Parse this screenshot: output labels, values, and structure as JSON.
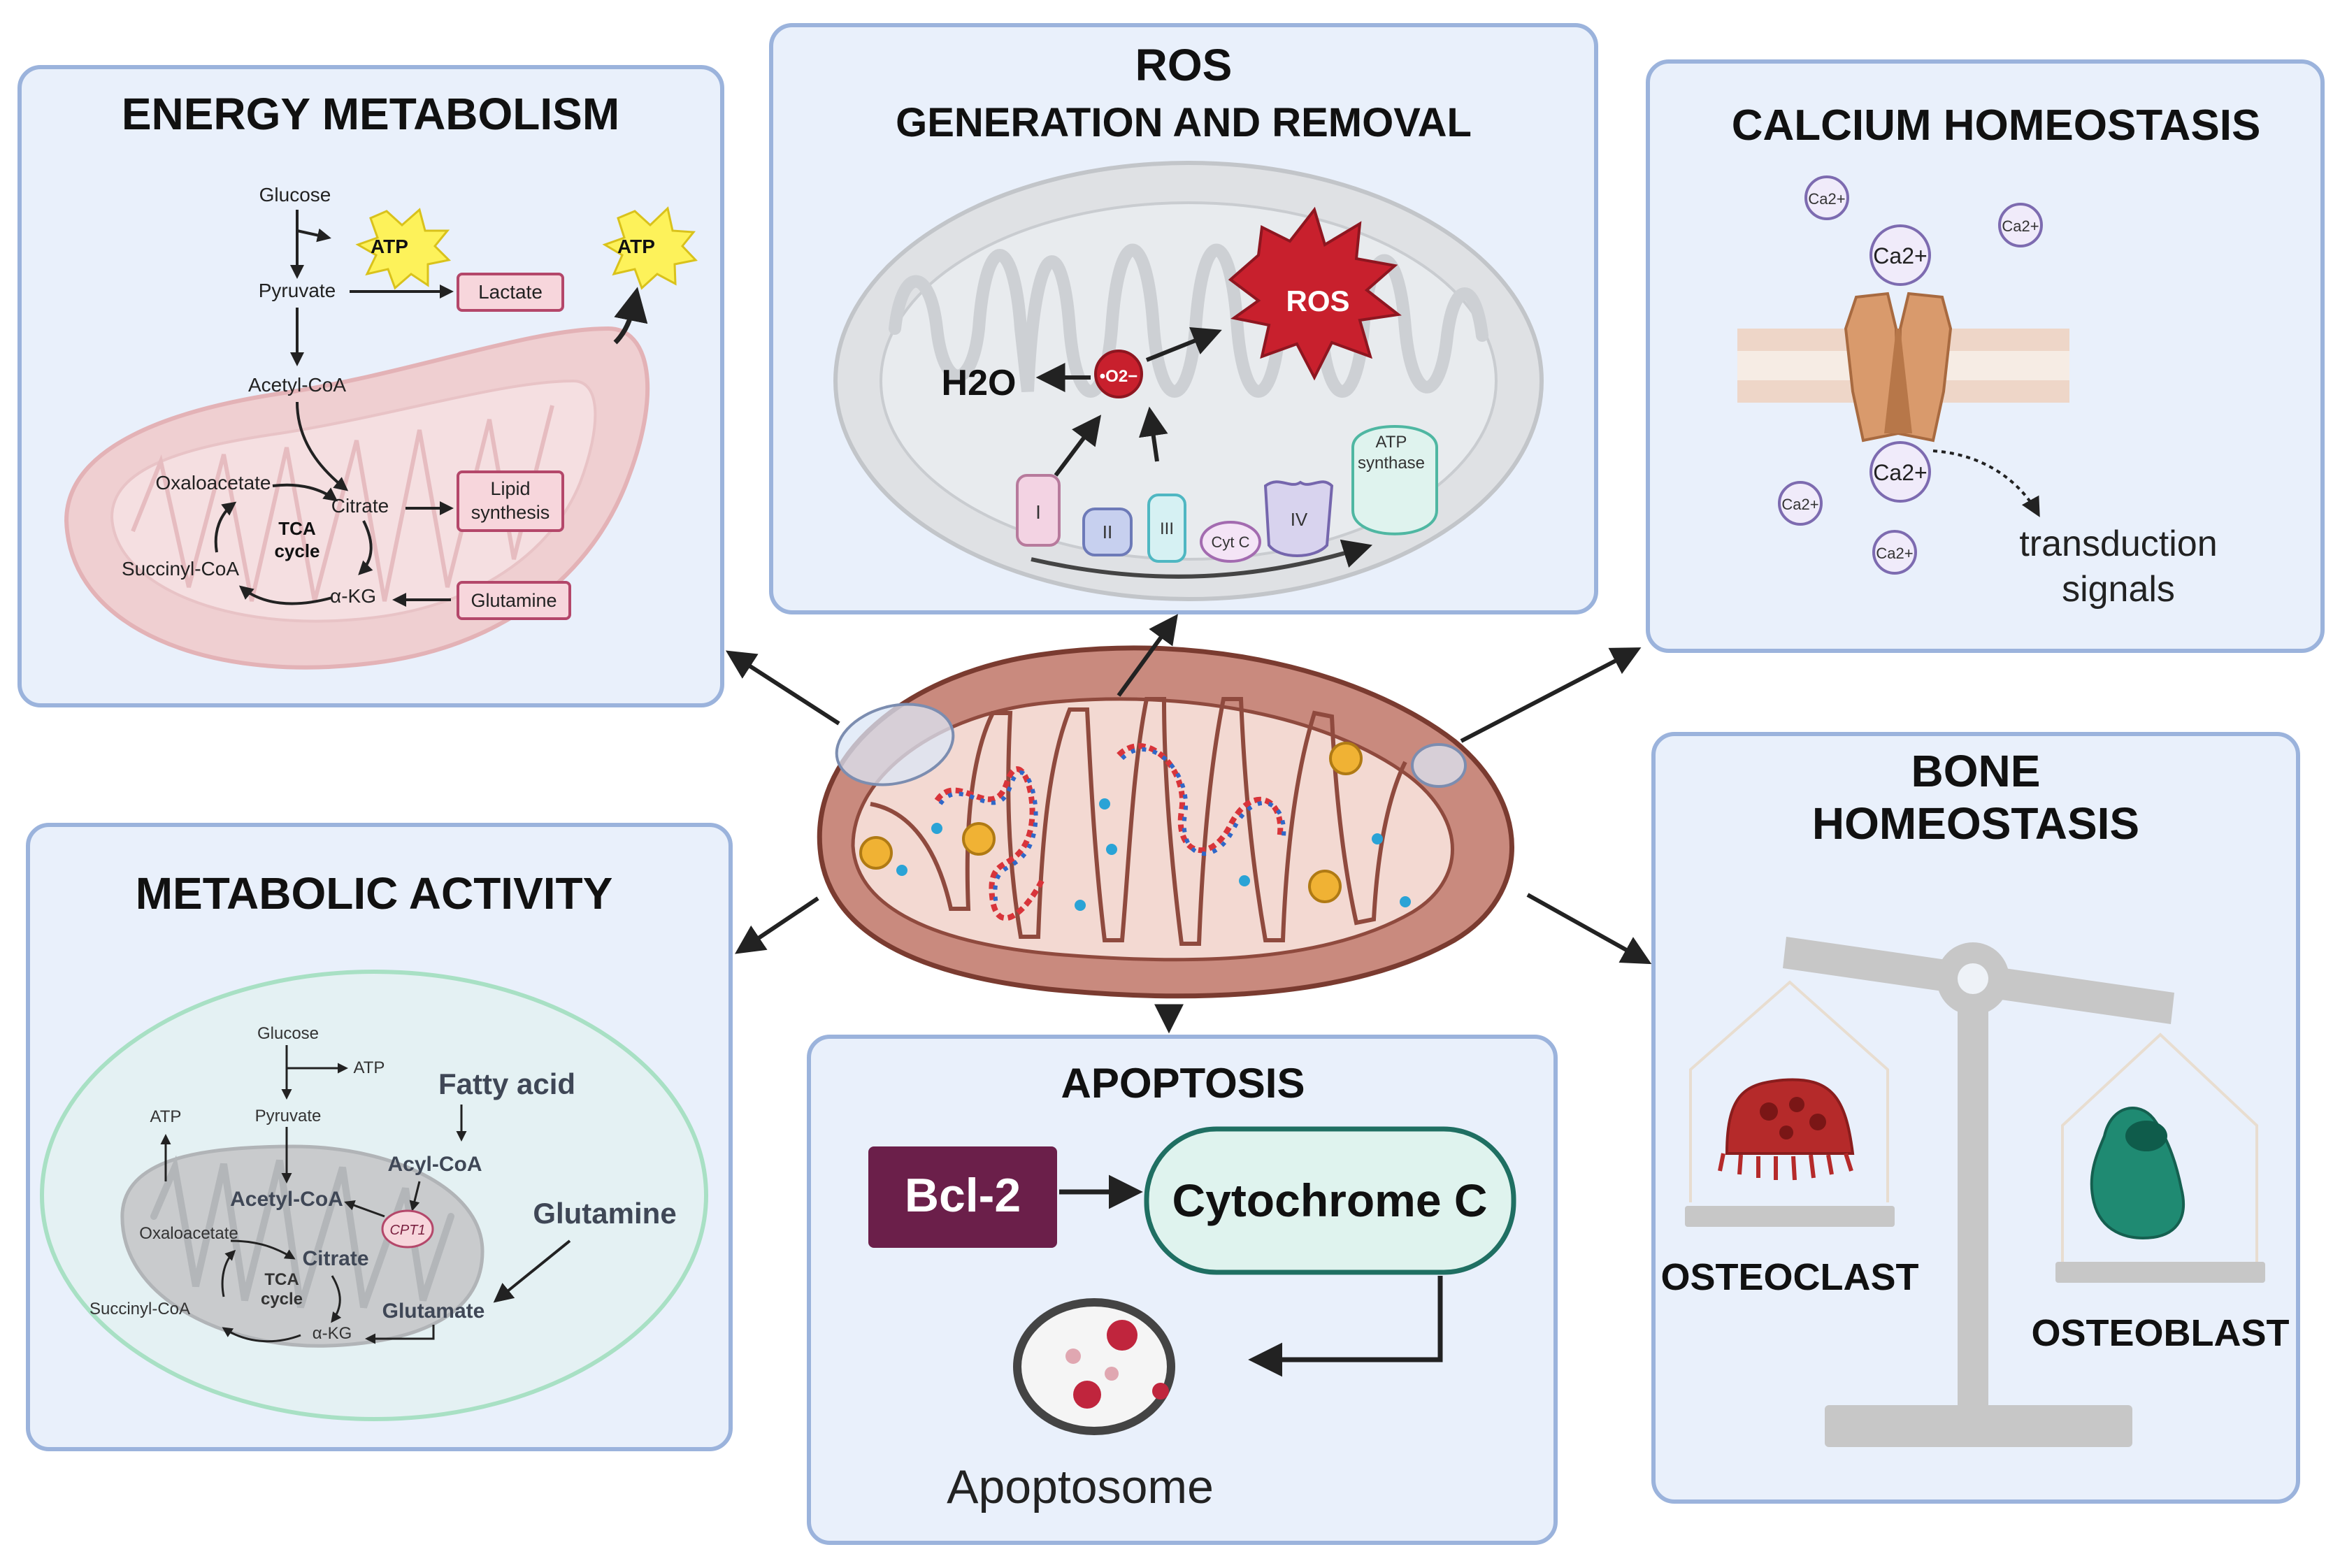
{
  "energy": {
    "title": "ENERGY METABOLISM",
    "glucose": "Glucose",
    "atp1": "ATP",
    "atp2": "ATP",
    "pyruvate": "Pyruvate",
    "lactate": "Lactate",
    "acetyl_coa": "Acetyl-CoA",
    "oxaloacetate": "Oxaloacetate",
    "citrate": "Citrate",
    "lipid_1": "Lipid",
    "lipid_2": "synthesis",
    "tca_1": "TCA",
    "tca_2": "cycle",
    "succinyl_coa": "Succinyl-CoA",
    "akg": "α-KG",
    "glutamine": "Glutamine"
  },
  "ros": {
    "title_1": "ROS",
    "title_2": "GENERATION AND REMOVAL",
    "burst": "ROS",
    "water": "H2O",
    "superoxide": "•O2−",
    "complex_1": "I",
    "complex_2": "II",
    "complex_3": "III",
    "cyt_c": "Cyt C",
    "complex_4": "IV",
    "atp_synthase_1": "ATP",
    "atp_synthase_2": "synthase"
  },
  "calcium": {
    "title": "CALCIUM HOMEOSTASIS",
    "ion": "Ca2+",
    "signals_1": "transduction",
    "signals_2": "signals"
  },
  "bone": {
    "title_1": "BONE",
    "title_2": "HOMEOSTASIS",
    "osteoclast": "OSTEOCLAST",
    "osteoblast": "OSTEOBLAST"
  },
  "apoptosis": {
    "title": "APOPTOSIS",
    "bcl2": "Bcl-2",
    "cytochrome": "Cytochrome C",
    "apoptosome": "Apoptosome"
  },
  "metabolic": {
    "title": "METABOLIC ACTIVITY",
    "glucose": "Glucose",
    "atp_a": "ATP",
    "atp_b": "ATP",
    "pyruvate": "Pyruvate",
    "fatty_acid": "Fatty acid",
    "acyl_coa": "Acyl-CoA",
    "acetyl_coa": "Acetyl-CoA",
    "cpt1": "CPT1",
    "glutamine": "Glutamine",
    "oxaloacetate": "Oxaloacetate",
    "citrate": "Citrate",
    "tca_1": "TCA",
    "tca_2": "cycle",
    "succinyl_coa": "Succinyl-CoA",
    "akg": "α-KG",
    "glutamate": "Glutamate"
  },
  "colors": {
    "panel_fill": "#e9f0fb",
    "panel_border": "#9bb3dc",
    "mito_fill": "#c98a7e",
    "mito_inner": "#f3d9d2",
    "bcl2_fill": "#6b1f4a",
    "cytochrome_fill": "#dff3ee",
    "ros_burst": "#c8202d"
  }
}
